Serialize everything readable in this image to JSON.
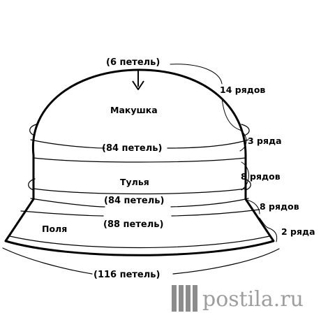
{
  "hat_diagram": {
    "crown_top_count": "(6 петель)",
    "crown_label": "Макушка",
    "crown_rows": "14 рядов",
    "crown_base_count": "(84 петель)",
    "band_rows_top": "3 ряда",
    "band_label": "Тулья",
    "band_rows": "8 рядов",
    "band_base_count": "(84 петель)",
    "brim_rows": "8 рядов",
    "brim_top_count": "(88 петель)",
    "brim_label": "Поля",
    "brim_edge_rows": "2 ряда",
    "brim_bottom_count": "(116 петель)"
  },
  "watermark": {
    "text": "postila.ru",
    "icon": "postila-logo-icon"
  }
}
